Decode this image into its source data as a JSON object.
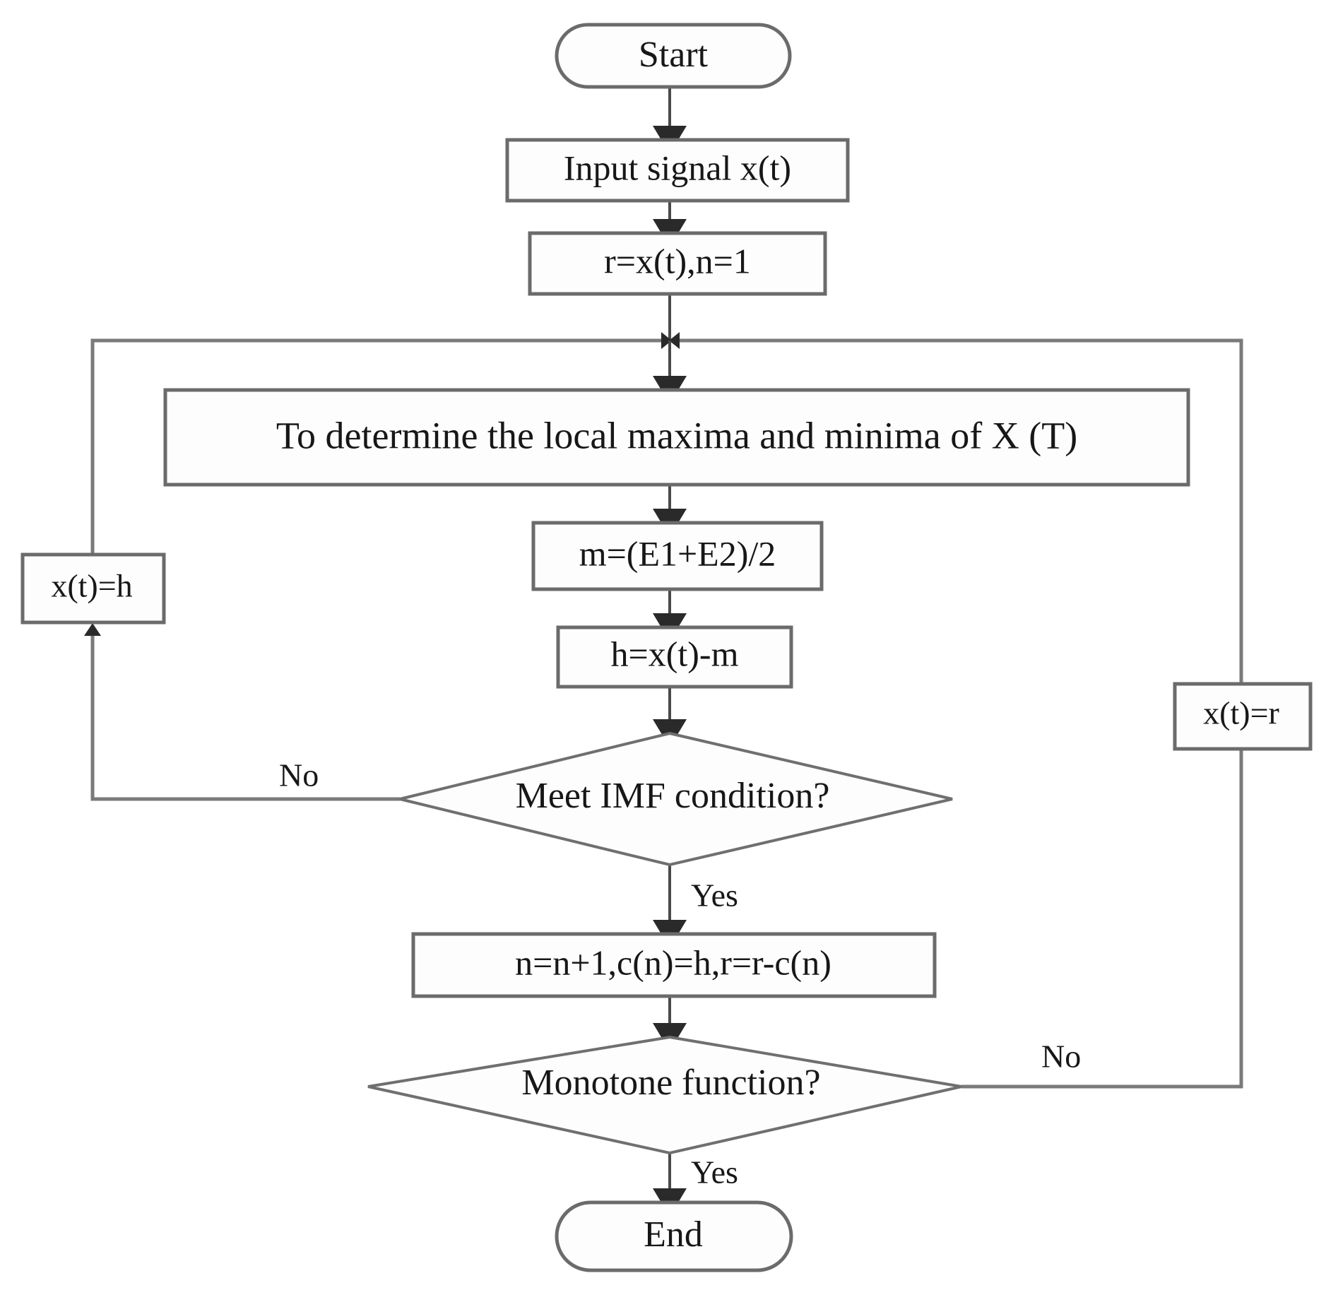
{
  "diagram": {
    "title": "EMD (Empirical Mode Decomposition) algorithm flowchart",
    "background_color": "#ffffff",
    "stroke_color": "#6f6f6f",
    "text_color": "#171717",
    "nodes": [
      {
        "id": "start",
        "shape": "terminator",
        "label": "Start"
      },
      {
        "id": "input",
        "shape": "process",
        "label": "Input signal x(t)"
      },
      {
        "id": "init",
        "shape": "process",
        "label": "r=x(t),n=1"
      },
      {
        "id": "extrema",
        "shape": "process",
        "label": "To determine the local maxima and minima of X (T)"
      },
      {
        "id": "mean",
        "shape": "process",
        "label": "m=(E1+E2)/2"
      },
      {
        "id": "detail",
        "shape": "process",
        "label": "h=x(t)-m"
      },
      {
        "id": "imf",
        "shape": "decision",
        "label": "Meet IMF condition?"
      },
      {
        "id": "assign_h",
        "shape": "process",
        "label": "x(t)=h"
      },
      {
        "id": "assign_r",
        "shape": "process",
        "label": "x(t)=r"
      },
      {
        "id": "update",
        "shape": "process",
        "label": "n=n+1,c(n)=h,r=r-c(n)"
      },
      {
        "id": "monotone",
        "shape": "decision",
        "label": "Monotone function?"
      },
      {
        "id": "end",
        "shape": "terminator",
        "label": "End"
      }
    ],
    "edge_labels": {
      "imf_no": "No",
      "imf_yes": "Yes",
      "monotone_no": "No",
      "monotone_yes": "Yes"
    },
    "edges": [
      {
        "from": "start",
        "to": "input",
        "label": ""
      },
      {
        "from": "input",
        "to": "init",
        "label": ""
      },
      {
        "from": "init",
        "to": "extrema",
        "label": ""
      },
      {
        "from": "extrema",
        "to": "mean",
        "label": ""
      },
      {
        "from": "mean",
        "to": "detail",
        "label": ""
      },
      {
        "from": "detail",
        "to": "imf",
        "label": ""
      },
      {
        "from": "imf",
        "to": "assign_h",
        "label": "No"
      },
      {
        "from": "assign_h",
        "to": "extrema",
        "label": ""
      },
      {
        "from": "imf",
        "to": "update",
        "label": "Yes"
      },
      {
        "from": "update",
        "to": "monotone",
        "label": ""
      },
      {
        "from": "monotone",
        "to": "assign_r",
        "label": "No"
      },
      {
        "from": "assign_r",
        "to": "extrema",
        "label": ""
      },
      {
        "from": "monotone",
        "to": "end",
        "label": "Yes"
      }
    ]
  }
}
